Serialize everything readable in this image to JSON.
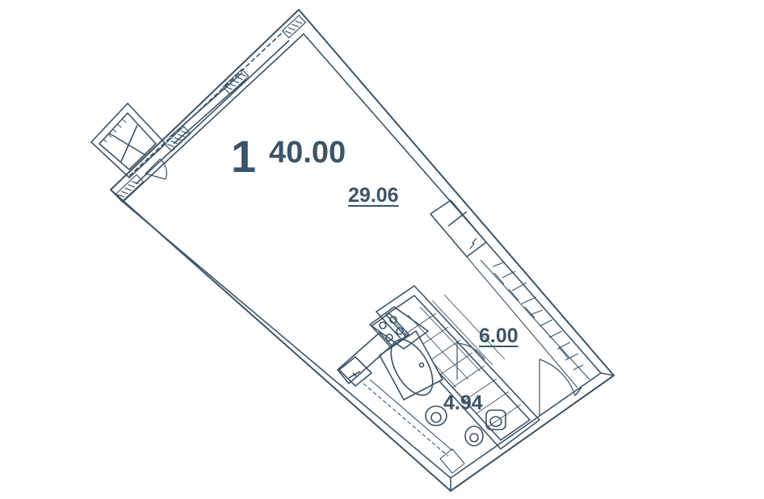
{
  "apartment": {
    "number": "1",
    "total_area": "40.00"
  },
  "rooms": [
    {
      "id": "living-room",
      "area": "29.06"
    },
    {
      "id": "hallway",
      "area": "6.00"
    },
    {
      "id": "bathroom",
      "area": "4.94"
    }
  ],
  "colors": {
    "line": "#3b5468",
    "text": "#3b5468",
    "background": "#ffffff"
  },
  "icons": [
    "stove-icon",
    "sink-icon",
    "bathtub-icon",
    "toilet-icon",
    "washbasin-icon",
    "electrical-panel-icon",
    "balcony-door-icon"
  ]
}
